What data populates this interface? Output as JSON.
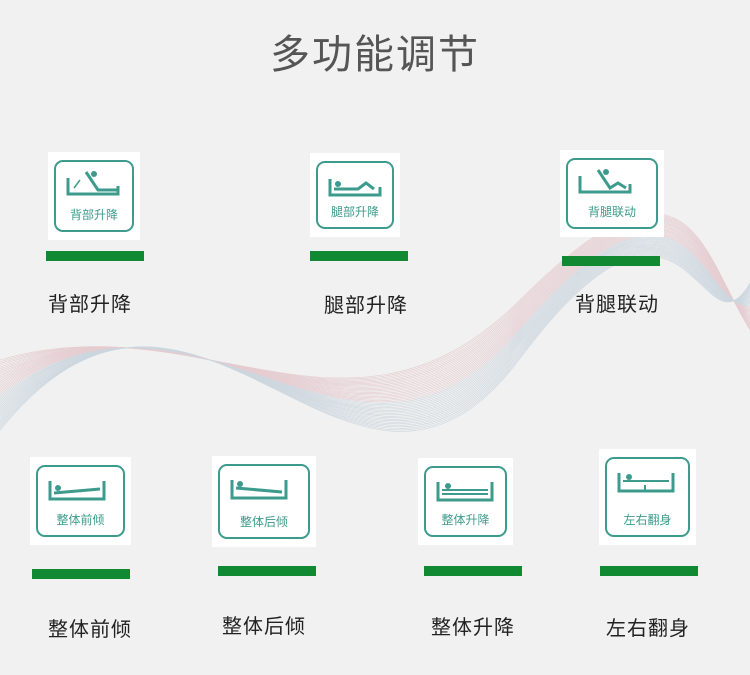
{
  "title": "多功能调节",
  "colors": {
    "accent": "#3c9b8c",
    "bar": "#118832"
  },
  "features": [
    {
      "label": "背部升降",
      "icon_caption": "背部升降",
      "icon": "bed-back-raise-icon"
    },
    {
      "label": "腿部升降",
      "icon_caption": "腿部升降",
      "icon": "bed-leg-raise-icon"
    },
    {
      "label": "背腿联动",
      "icon_caption": "背腿联动",
      "icon": "bed-back-leg-link-icon"
    },
    {
      "label": "整体前倾",
      "icon_caption": "整体前倾",
      "icon": "bed-tilt-forward-icon"
    },
    {
      "label": "整体后倾",
      "icon_caption": "整体后倾",
      "icon": "bed-tilt-back-icon"
    },
    {
      "label": "整体升降",
      "icon_caption": "整体升降",
      "icon": "bed-lift-icon"
    },
    {
      "label": "左右翻身",
      "icon_caption": "左右翻身",
      "icon": "bed-side-turn-icon"
    }
  ]
}
